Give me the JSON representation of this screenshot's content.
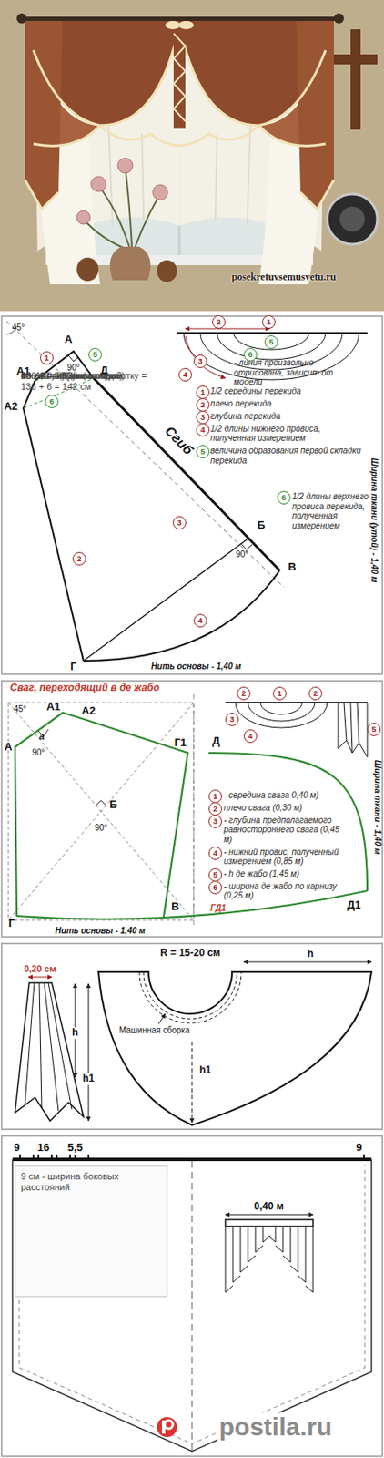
{
  "diagram": {
    "labels": [
      "posekretuvsemusvetu.ru",
      "45°",
      "А",
      "А1",
      "А2",
      "Д",
      "1",
      "5",
      "6",
      "90°",
      "Сгиб",
      "3",
      "2",
      "4",
      "90°",
      "Б",
      "В",
      "Г",
      "Нить основы - 1,40 м",
      "Ширина ткани (утой) - 1,40 м",
      "2",
      "1",
      "5",
      "6",
      "3",
      "4",
      "1",
      "1/2 середины перекида",
      "2",
      "плечо перекида",
      "3",
      "глубина перекида",
      "4",
      "1/2 длины нижнего провиса, полученная измерением",
      "5",
      "величина образования первой складки перекида",
      "6",
      "1/2 длины верхнего провиса перекида, полученная измерением",
      "Сваг, переходящий в де жабо",
      "45°",
      "А",
      "а",
      "А1",
      "А2",
      "90°",
      "Б",
      "90°",
      "Г1",
      "Д",
      "В",
      "Г",
      "Д1",
      "2",
      "1",
      "2",
      "3",
      "4",
      "5",
      "1",
      "- середина свага 0,40 м)",
      "2",
      "плечо свага (0,30 м)",
      "3",
      "- глубина предполагаемого равностороннего свага (0,45 м)",
      "4",
      "- нижний провис, полученный измерением (0,85 м)",
      "5",
      "- h де жабо (1,45 м)",
      "6",
      "- ширина де жабо по карнизу (0,25 м)",
      "ГД1",
      "- линия произвольно отрисована, зависит от модели",
      "Нить основы - 1,40 м",
      "Ширина ткани - 1,40 м",
      "R = 15-20 см",
      "h",
      "Машинная сборка",
      "0,20 см",
      "h",
      "h1",
      "h1",
      "9",
      "16",
      "5,5",
      "9",
      "9 см - ширина боковых расстояний",
      "40 - 18 = 22 см",
      "22 : 4 = 5,5 (расстояние)",
      "6 х 16 = 96 см (складки)",
      "16 см - глубина складки",
      "96 + 40 = 136 см",
      "136 + припуск на обработку = 136 + 6 = 142 см",
      "0,40 м",
      "postila.ru"
    ]
  }
}
